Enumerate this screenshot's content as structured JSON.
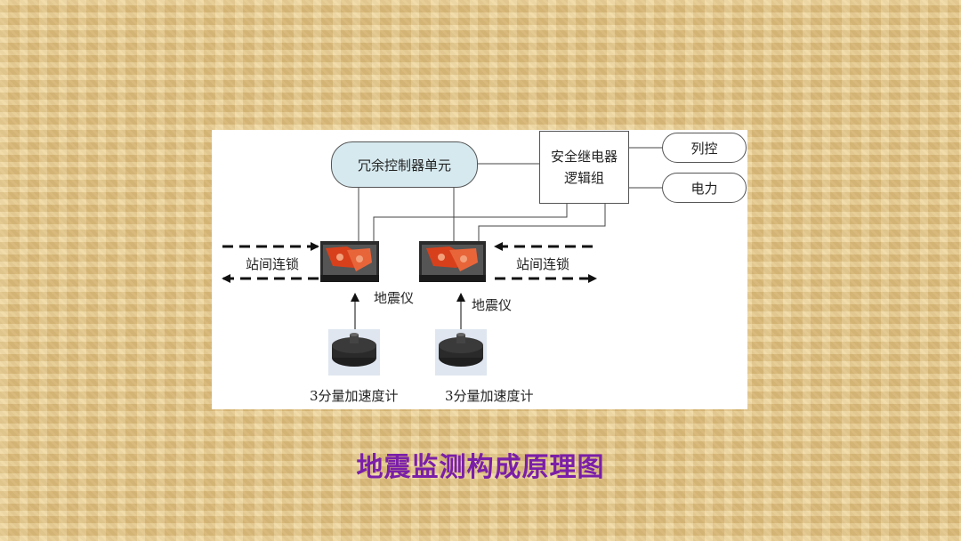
{
  "diagram": {
    "controller_label": "冗余控制器单元",
    "relay_label": "安全继电器逻辑组",
    "outputs": [
      "列控",
      "电力"
    ],
    "interlock_label_left": "站间连锁",
    "interlock_label_right": "站间连锁",
    "seismometer_label": "地震仪",
    "accelerometer_label": "3分量加速度计"
  },
  "title": "地震监测构成原理图",
  "colors": {
    "title": "#7b1fa8",
    "controller_fill": "#d6e9ef",
    "device_red": "#d8401c"
  }
}
